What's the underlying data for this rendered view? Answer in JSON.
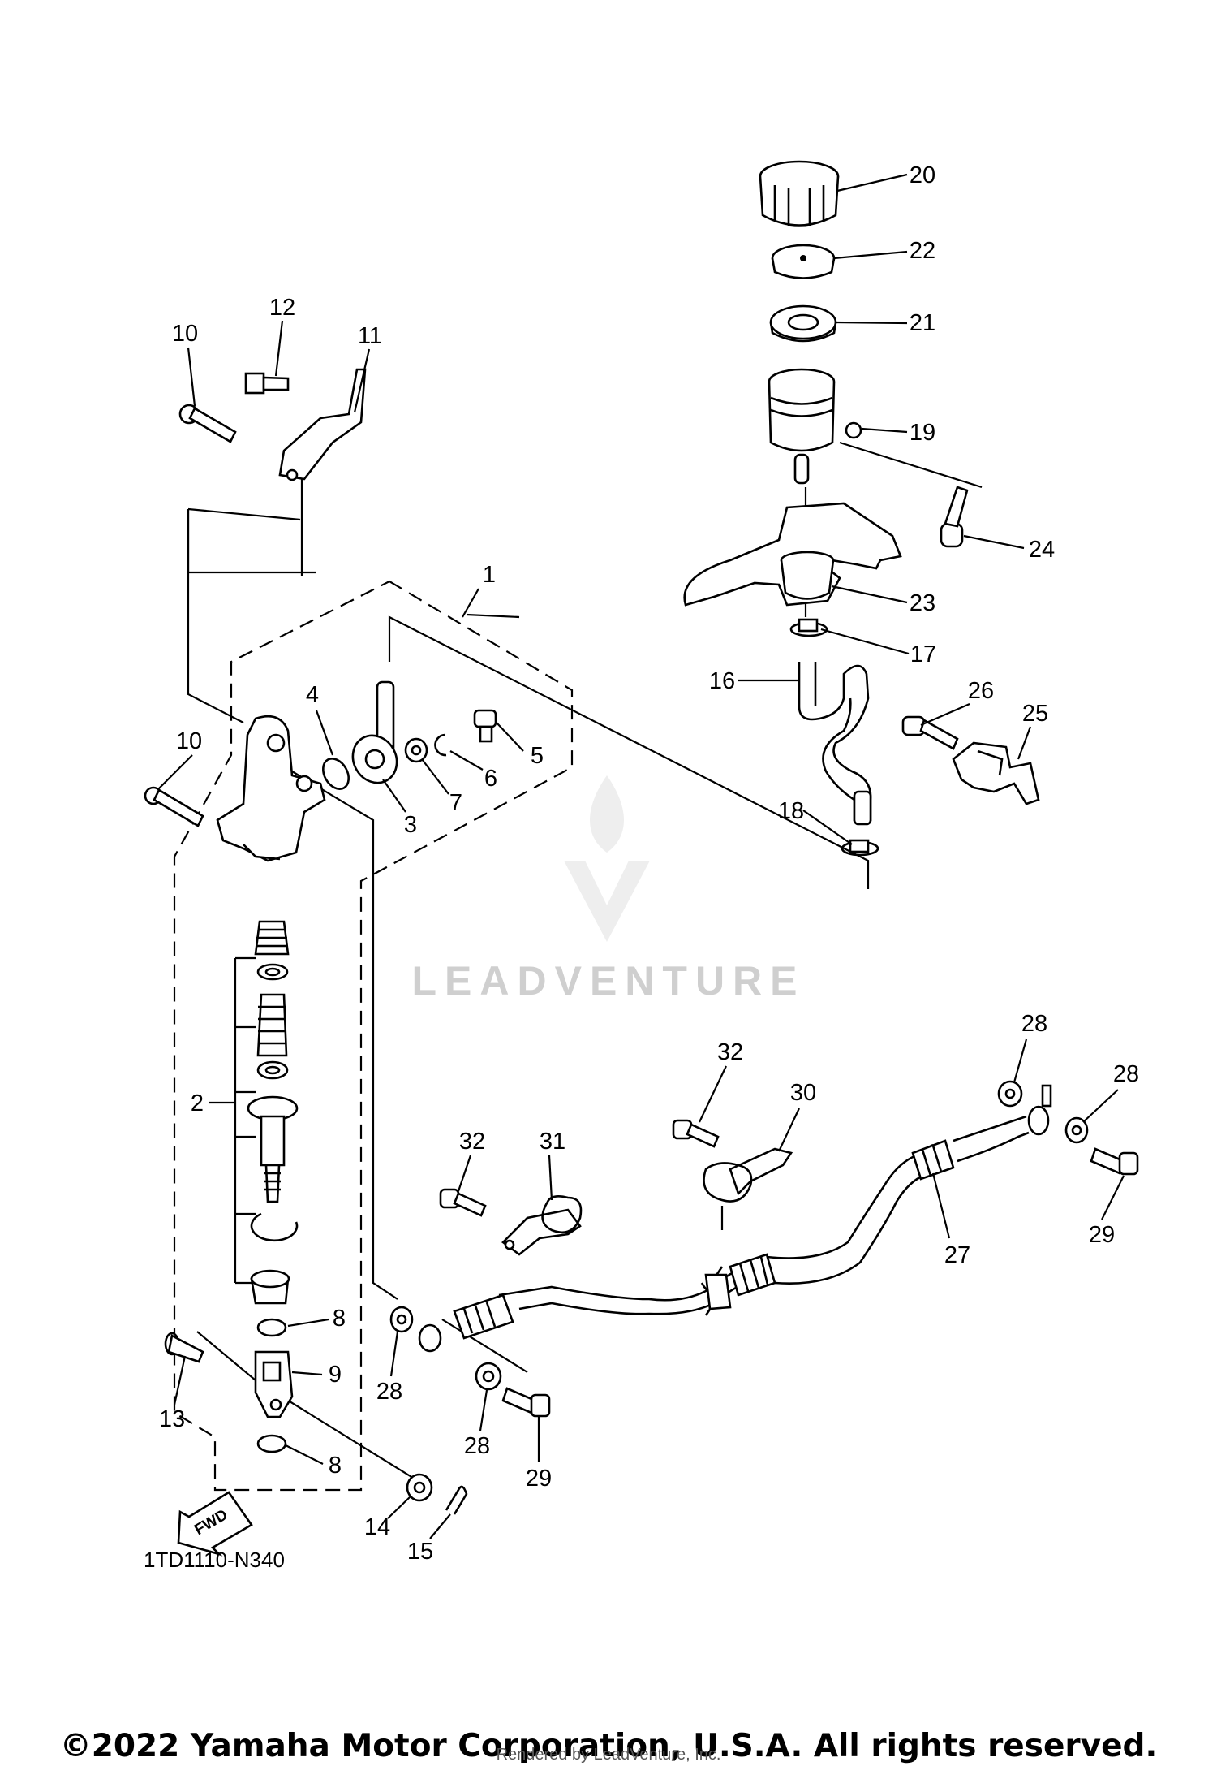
{
  "callouts": {
    "c1": "1",
    "c2": "2",
    "c3": "3",
    "c4": "4",
    "c5": "5",
    "c6": "6",
    "c7": "7",
    "c8a": "8",
    "c8b": "8",
    "c9": "9",
    "c10a": "10",
    "c10b": "10",
    "c11": "11",
    "c12": "12",
    "c13": "13",
    "c14": "14",
    "c15": "15",
    "c16": "16",
    "c17": "17",
    "c18": "18",
    "c19": "19",
    "c20": "20",
    "c21": "21",
    "c22": "22",
    "c23": "23",
    "c24": "24",
    "c25": "25",
    "c26": "26",
    "c27": "27",
    "c28a": "28",
    "c28b": "28",
    "c28c": "28",
    "c28d": "28",
    "c29a": "29",
    "c29b": "29",
    "c30": "30",
    "c31": "31",
    "c32a": "32",
    "c32b": "32"
  },
  "fwd_label": "FWD",
  "diagram_ref": "1TD1110-N340",
  "watermark": "LEADVENTURE",
  "copyright": "©2022 Yamaha Motor Corporation, U.S.A. All rights reserved.",
  "rendered_by": "Rendered by LeadVenture, Inc."
}
